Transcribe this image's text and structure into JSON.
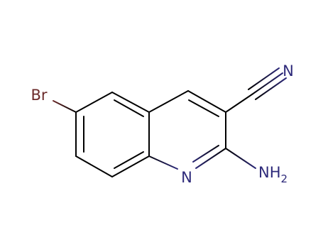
{
  "molecule": {
    "atoms": [
      {
        "id": "Br",
        "label": "Br",
        "color": "#6b2a2a"
      },
      {
        "id": "N1",
        "label": "N",
        "color": "#2e2a7a"
      },
      {
        "id": "N_amine",
        "label": "NH",
        "subscript": "2",
        "color": "#2e2a7a"
      },
      {
        "id": "N_nitrile",
        "label": "N",
        "color": "#2e2a7a"
      }
    ]
  },
  "colors": {
    "bond_carbon": "#000000",
    "bromine": "#6b2a2a",
    "nitrogen": "#2e2a7a",
    "background": "#ffffff"
  }
}
